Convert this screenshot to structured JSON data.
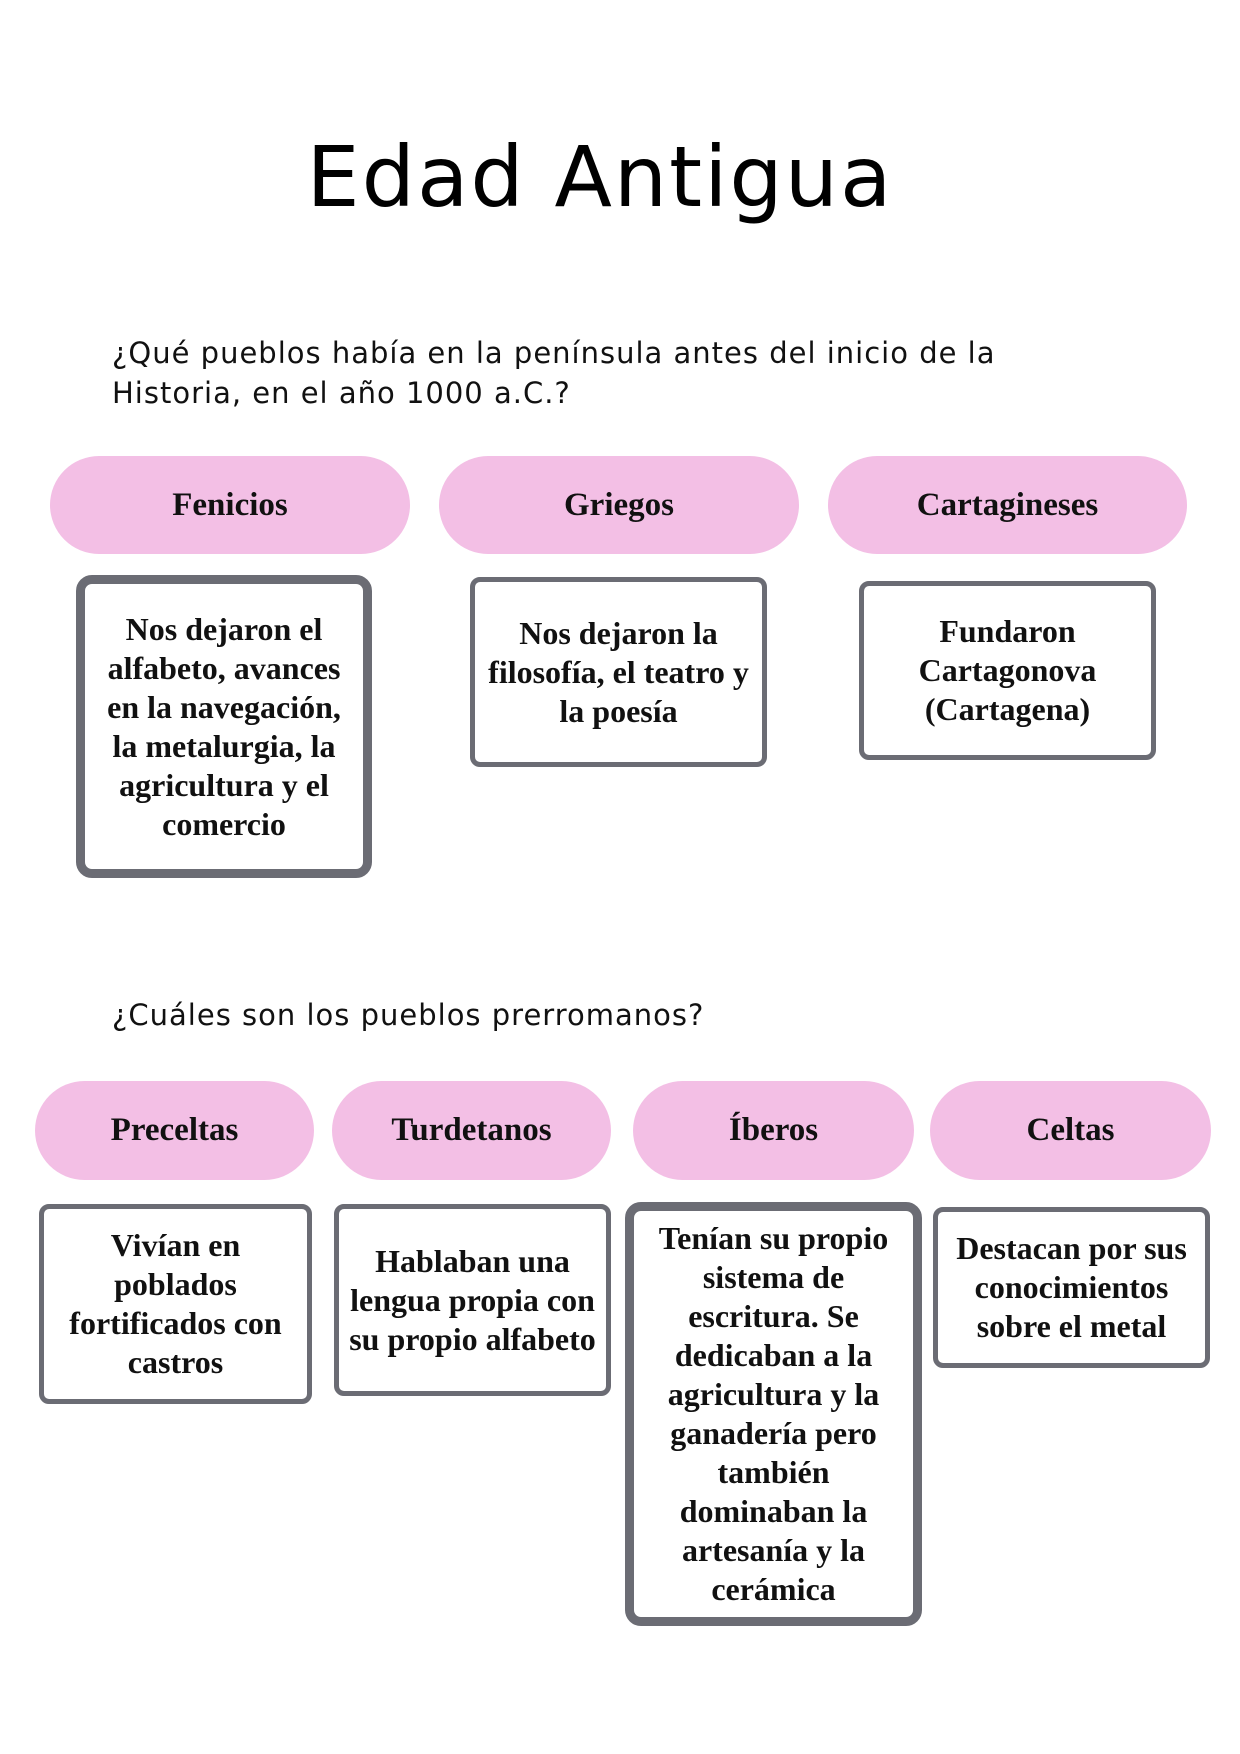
{
  "title": "Edad Antigua",
  "section1": {
    "question": "¿Qué pueblos había en la península antes del inicio de la Historia, en el año 1000 a.C.?",
    "peoples": [
      {
        "name": "Fenicios",
        "description": "Nos dejaron el alfabeto, avances en la navegación, la metalurgia, la agricultura y el comercio"
      },
      {
        "name": "Griegos",
        "description": "Nos dejaron la filosofía, el teatro y la poesía"
      },
      {
        "name": "Cartagineses",
        "description": "Fundaron Cartagonova (Cartagena)"
      }
    ]
  },
  "section2": {
    "question": "¿Cuáles son los pueblos prerromanos?",
    "peoples": [
      {
        "name": "Preceltas",
        "description": "Vivían en poblados fortificados con castros"
      },
      {
        "name": "Turdetanos",
        "description": "Hablaban una lengua propia con su propio alfabeto"
      },
      {
        "name": "Íberos",
        "description": "Tenían su propio sistema de escritura. Se dedicaban a la agricultura y la ganadería pero también dominaban la artesanía y la cerámica"
      },
      {
        "name": "Celtas",
        "description": "Destacan por sus conocimientos sobre el metal"
      }
    ]
  }
}
